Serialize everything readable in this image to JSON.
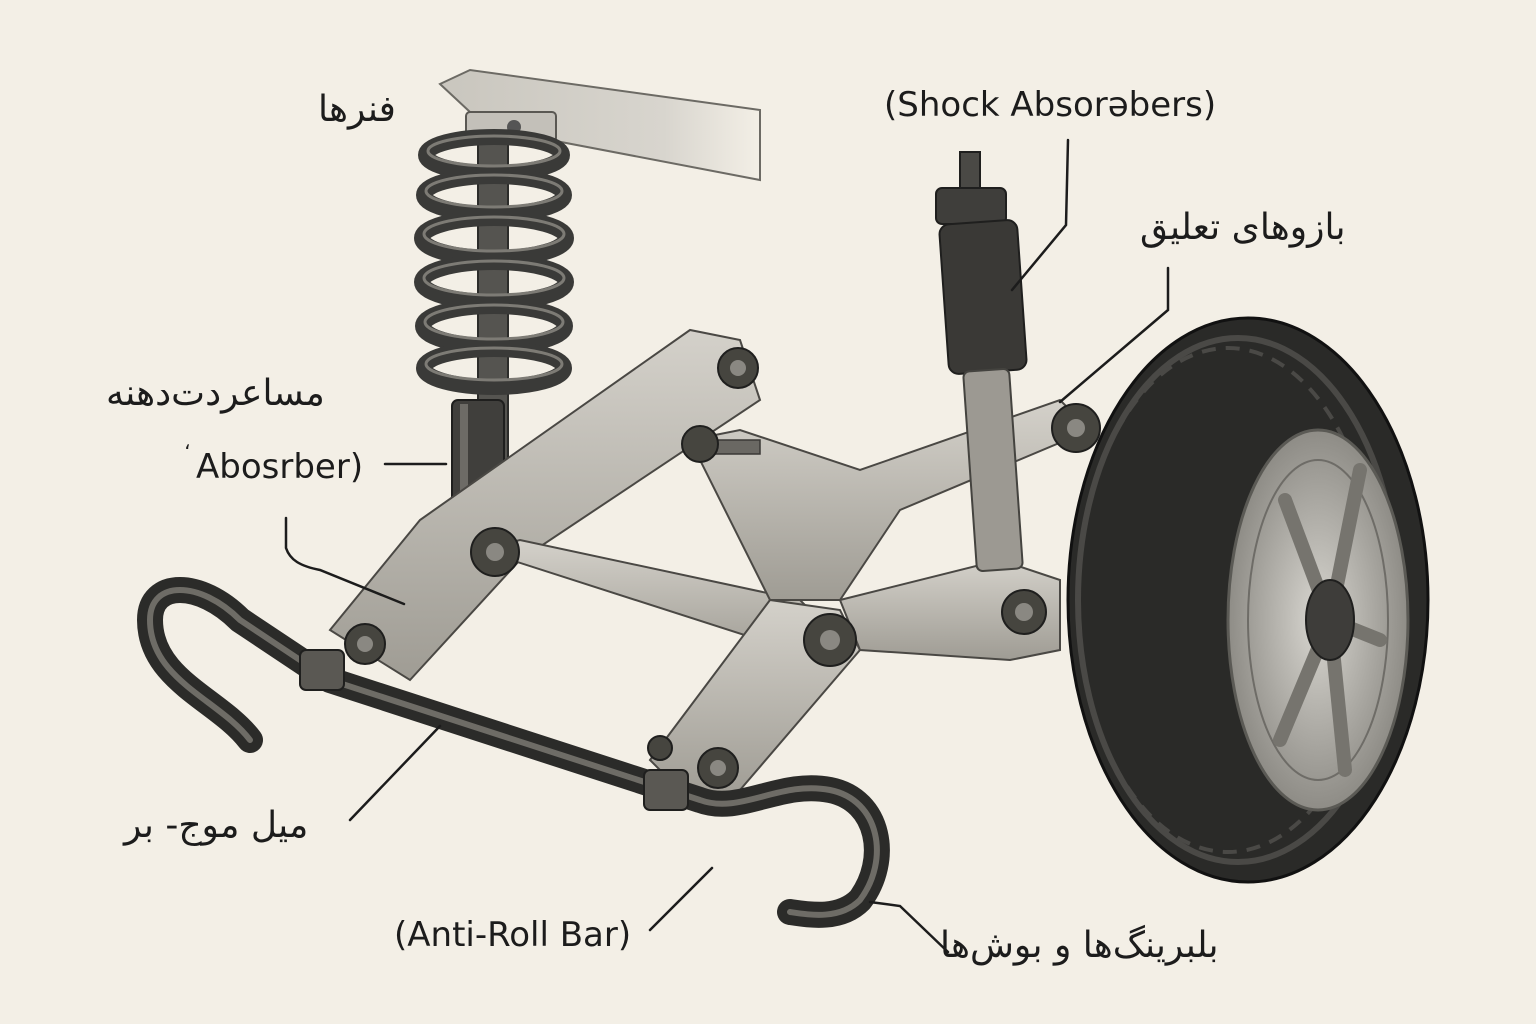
{
  "labels": {
    "springs": "فنرها",
    "damper_fa": "مساعردت‌دهنه",
    "damper_en": "Abosrber)",
    "damper_mark": "،",
    "shock_en": "(Shock Absorəbers)",
    "arms_fa": "بازوهای تعلیق",
    "antiroll_fa": "میل موج- بر",
    "antiroll_en": "(Anti-Roll Bar)",
    "bushings_fa": "بلبرینگ‌ها و بوش‌ها"
  },
  "colors": {
    "background": "#f3efe6",
    "metal": "#b9b6ae",
    "dark_metal": "#3b3b39",
    "tire": "#2a2a28",
    "ink": "#1c1c1c"
  }
}
